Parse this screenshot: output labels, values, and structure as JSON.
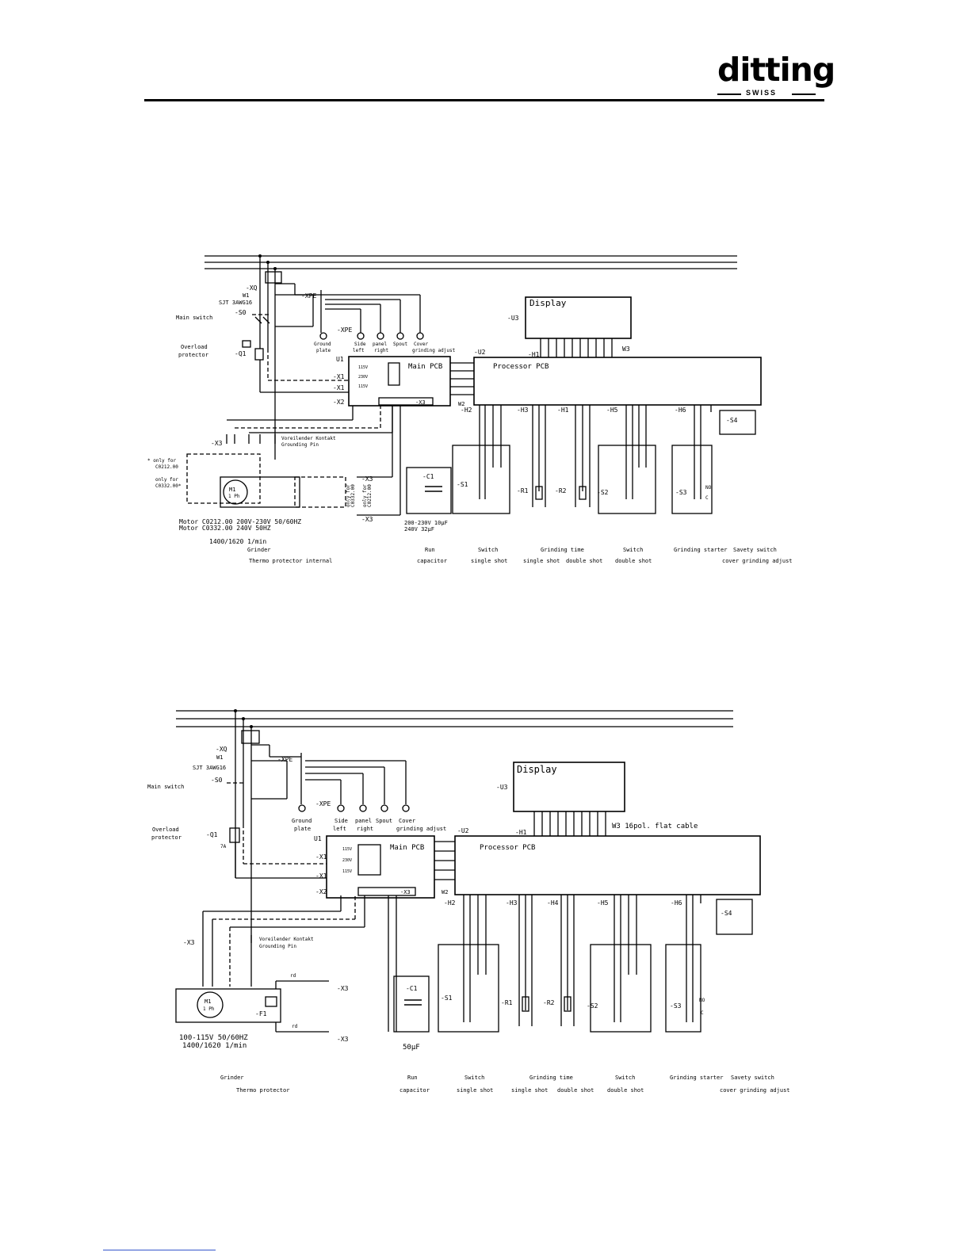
{
  "brand": {
    "name": "ditting",
    "sub": "SWISS"
  },
  "diagrams": [
    {
      "lbl": {
        "xq": "-XQ",
        "w1": "W1",
        "cable": "SJT 3AWG16",
        "main_switch": "Main switch",
        "s0": "-S0",
        "overload": "Overload",
        "protector": "protector",
        "q1": "-Q1",
        "xpe_top": "-XPE",
        "xpe_mid": "-XPE",
        "ground_plate_1": "Ground",
        "ground_plate_2": "plate",
        "side_panel_1": "Side",
        "side_panel_2": "left",
        "panel_right_1": "panel",
        "panel_right_2": "right",
        "spout": "Spout",
        "cover_1": "Cover",
        "cover_2": "grinding adjust",
        "u1": "U1",
        "main_pcb": "Main PCB",
        "v115a": "115V",
        "v230": "230V",
        "v115b": "115V",
        "x1a": "-X1",
        "x1b": "-X1",
        "x2": "-X2",
        "x3_inline": "-X3",
        "x3_left": "-X3",
        "x3_5": "-X3",
        "x3_6": "-X3",
        "u2": "-U2",
        "w2": "W2",
        "display": "Display",
        "u3": "-U3",
        "h1": "-H1",
        "w3": "W3",
        "processor": "Processor PCB",
        "h2": "-H2",
        "h3": "-H3",
        "h4": "-H1",
        "h5": "-H5",
        "h6": "-H6",
        "s4": "-S4",
        "vorei": "Voreilender Kontakt",
        "grounding": "Grounding Pin",
        "only_for_1": "* only for",
        "only_for_1b": "C0212.00",
        "only_for_2": "only for",
        "only_for_2b": "C0332.00*",
        "only_for_3": "only for",
        "only_for_3b": "C0332.00",
        "only_for_4": "only for",
        "only_for_4b": "C0212.00",
        "m1": "M1",
        "ph": "1 Ph",
        "c1": "-C1",
        "cap_1": "200-230V 10µF",
        "cap_2": "240V     32µF",
        "motor_1": "Motor C0212.00  200V-230V 50/60HZ",
        "motor_2": "Motor C0332.00        240V 50HZ",
        "rpm": "1400/1620 1/min",
        "s1": "-S1",
        "r1": "-R1",
        "r2": "-R2",
        "s2": "-S2",
        "s3": "-S3",
        "no": "NO",
        "c": "C",
        "cap_grinder": "Grinder",
        "cap_thermo": "Thermo protector internal",
        "cap_run_1": "Run",
        "cap_run_2": "capacitor",
        "cap_sw1_1": "Switch",
        "cap_sw1_2": "single shot",
        "cap_gt_1": "Grinding time",
        "cap_gt_2": "single shot",
        "cap_gt_3": "double shot",
        "cap_sw2_1": "Switch",
        "cap_sw2_2": "double shot",
        "cap_gs": "Grinding starter",
        "cap_ss_1": "Savety switch",
        "cap_ss_2": "cover grinding adjust"
      }
    },
    {
      "lbl": {
        "xq": "-XQ",
        "w1": "W1",
        "cable": "SJT 3AWG16",
        "main_switch": "Main switch",
        "s0": "-S0",
        "overload": "Overload",
        "protector": "protector",
        "q1": "-Q1",
        "q1_val": "7A",
        "xpe_top": "-XPE",
        "xpe_mid": "-XPE",
        "ground_plate_1": "Ground",
        "ground_plate_2": "plate",
        "side_panel_1": "Side",
        "side_panel_2": "left",
        "panel_right_1": "panel",
        "panel_right_2": "right",
        "spout": "Spout",
        "cover_1": "Cover",
        "cover_2": "grinding adjust",
        "u1": "U1",
        "main_pcb": "Main PCB",
        "v115a": "115V",
        "v230": "230V",
        "v115b": "115V",
        "x1a": "-X1",
        "x1b": "-X1",
        "x2": "-X2",
        "x3_inline": "-X3",
        "x3_left": "-X3",
        "x3_5": "-X3",
        "x3_6": "-X3",
        "u2": "-U2",
        "w2": "W2",
        "display": "Display",
        "u3": "-U3",
        "h1": "-H1",
        "w3": "W3 16pol. flat cable",
        "processor": "Processor PCB",
        "h2": "-H2",
        "h3": "-H3",
        "h4": "-H4",
        "h5": "-H5",
        "h6": "-H6",
        "s4": "-S4",
        "vorei": "Voreilender Kontakt",
        "grounding": "Grounding Pin",
        "m1": "M1",
        "ph": "1 Ph",
        "f1": "-F1",
        "rd1": "rd",
        "rd2": "rd",
        "c1": "-C1",
        "cap_50": "50µF",
        "motor_1": "100-115V 50/60HZ",
        "rpm": "1400/1620 1/min",
        "s1": "-S1",
        "r1": "-R1",
        "r2": "-R2",
        "s2": "-S2",
        "s3": "-S3",
        "no": "NO",
        "c": "C",
        "cap_grinder": "Grinder",
        "cap_thermo": "Thermo protector",
        "cap_run_1": "Run",
        "cap_run_2": "capacitor",
        "cap_sw1_1": "Switch",
        "cap_sw1_2": "single shot",
        "cap_gt_1": "Grinding time",
        "cap_gt_2": "single shot",
        "cap_gt_3": "double shot",
        "cap_sw2_1": "Switch",
        "cap_sw2_2": "double shot",
        "cap_gs": "Grinding starter",
        "cap_ss_1": "Savety switch",
        "cap_ss_2": "cover grinding adjust"
      }
    }
  ]
}
